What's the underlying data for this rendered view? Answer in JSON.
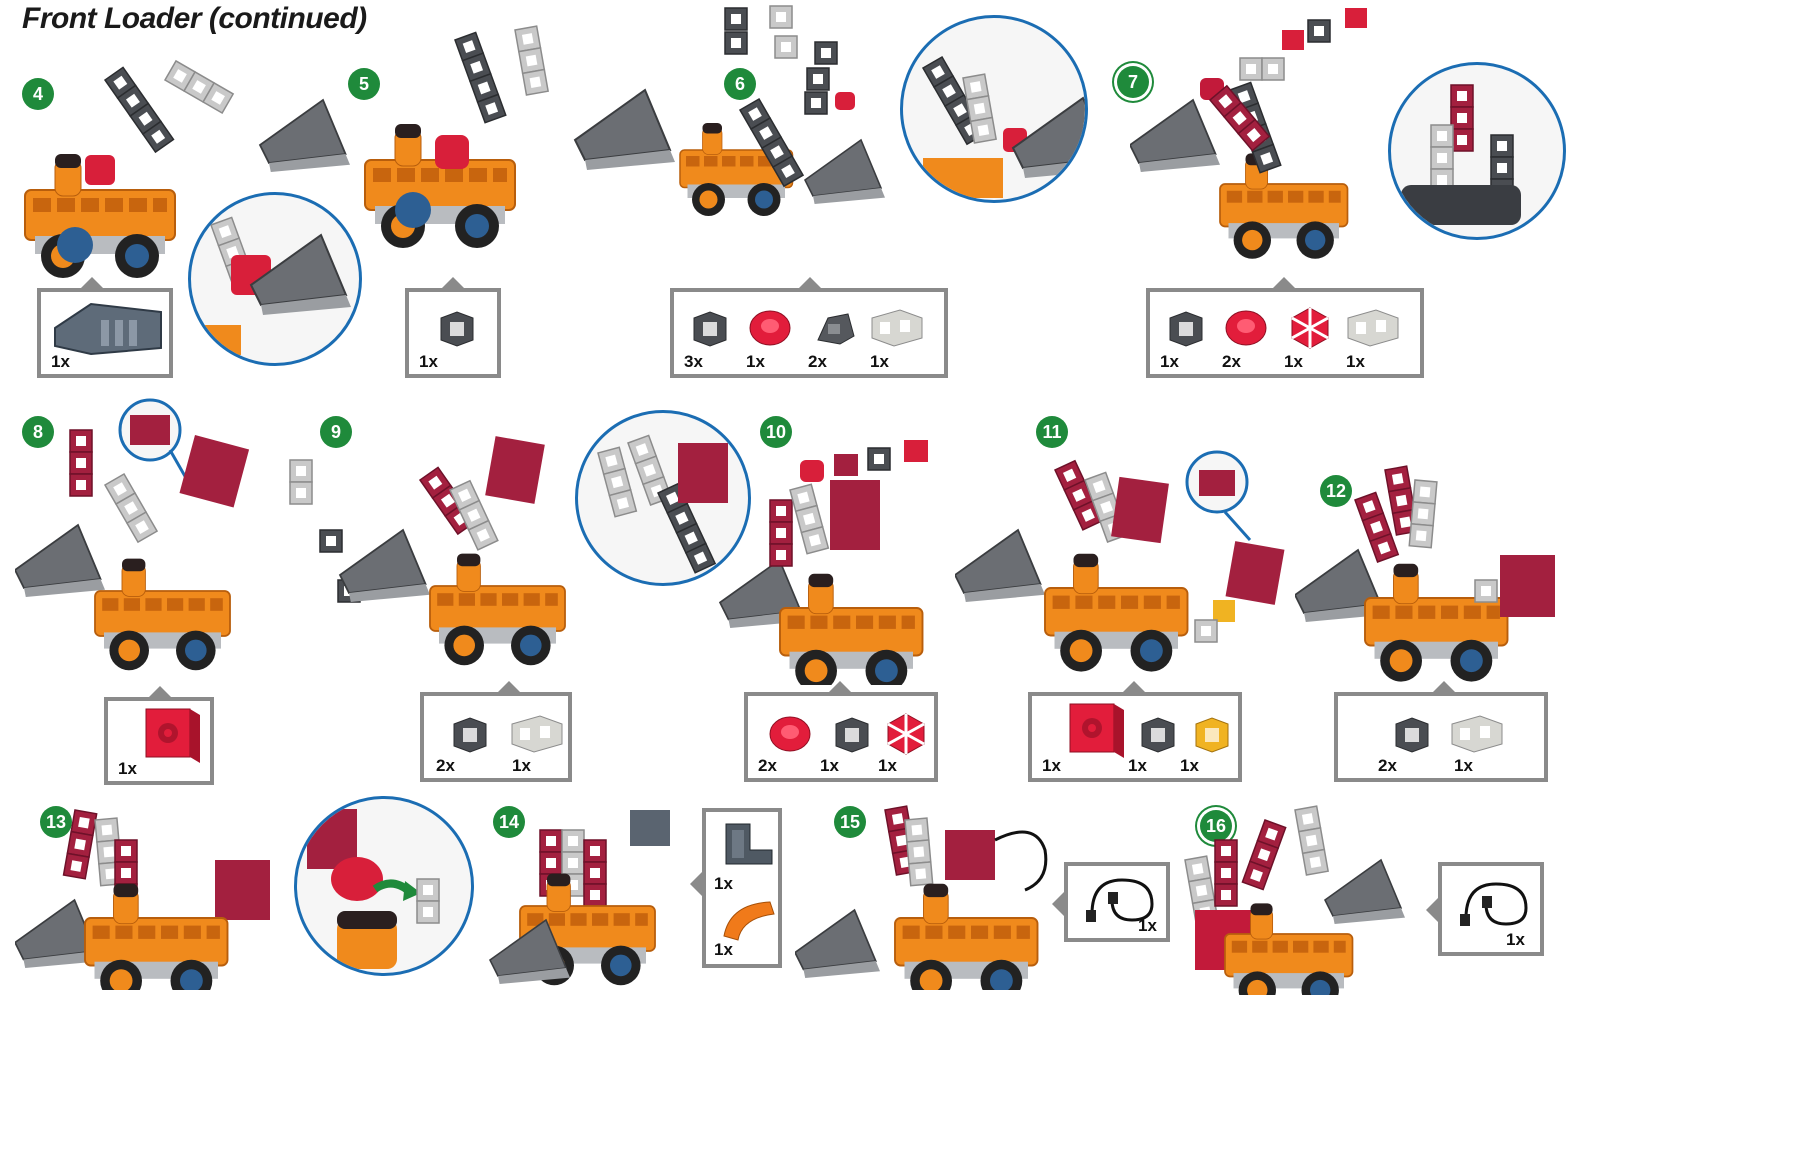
{
  "page": {
    "title": "Front Loader  (continued)"
  },
  "colors": {
    "step_green": "#1f8a3b",
    "zoom_blue": "#1b6db3",
    "box_gray": "#8a8a8a",
    "orange": "#f08a1c",
    "red": "#d81f3a",
    "maroon": "#a3203f",
    "dark_gray": "#4a4d52",
    "light_gray": "#c9c9c9",
    "yellow": "#f0b322",
    "blue": "#2d5f93"
  },
  "steps": [
    {
      "number": "4",
      "rotate": false,
      "parts": [
        {
          "icon": "gray-shovel-icon",
          "qty": "1x"
        }
      ]
    },
    {
      "number": "5",
      "rotate": false,
      "parts": [
        {
          "icon": "dark-gray-cube-icon",
          "qty": "1x"
        }
      ]
    },
    {
      "number": "6",
      "rotate": false,
      "parts": [
        {
          "icon": "dark-gray-cube-icon",
          "qty": "3x"
        },
        {
          "icon": "red-round-piece-icon",
          "qty": "1x"
        },
        {
          "icon": "gray-wedge-icon",
          "qty": "2x"
        },
        {
          "icon": "light-gray-double-cube-icon",
          "qty": "1x"
        }
      ]
    },
    {
      "number": "7",
      "rotate": true,
      "parts": [
        {
          "icon": "dark-gray-cube-icon",
          "qty": "1x"
        },
        {
          "icon": "red-round-piece-icon",
          "qty": "2x"
        },
        {
          "icon": "red-hex-piece-icon",
          "qty": "1x"
        },
        {
          "icon": "light-gray-double-cube-icon",
          "qty": "1x"
        }
      ]
    },
    {
      "number": "8",
      "rotate": false,
      "parts": [
        {
          "icon": "red-square-panel-icon",
          "qty": "1x"
        }
      ]
    },
    {
      "number": "9",
      "rotate": false,
      "parts": [
        {
          "icon": "dark-gray-cube-icon",
          "qty": "2x"
        },
        {
          "icon": "light-gray-double-cube-icon",
          "qty": "1x"
        }
      ]
    },
    {
      "number": "10",
      "rotate": false,
      "parts": [
        {
          "icon": "red-round-piece-icon",
          "qty": "2x"
        },
        {
          "icon": "dark-gray-cube-icon",
          "qty": "1x"
        },
        {
          "icon": "red-hex-piece-icon",
          "qty": "1x"
        }
      ]
    },
    {
      "number": "11",
      "rotate": false,
      "parts": [
        {
          "icon": "red-square-panel-icon",
          "qty": "1x"
        },
        {
          "icon": "dark-gray-cube-icon",
          "qty": "1x"
        },
        {
          "icon": "yellow-cube-icon",
          "qty": "1x"
        }
      ]
    },
    {
      "number": "12",
      "rotate": false,
      "parts": [
        {
          "icon": "dark-gray-cube-icon",
          "qty": "2x"
        },
        {
          "icon": "light-gray-double-cube-icon",
          "qty": "1x"
        }
      ]
    },
    {
      "number": "13",
      "rotate": false,
      "parts": []
    },
    {
      "number": "14",
      "rotate": false,
      "parts": [
        {
          "icon": "gray-bracket-icon",
          "qty": "1x"
        },
        {
          "icon": "orange-curved-piece-icon",
          "qty": "1x"
        }
      ]
    },
    {
      "number": "15",
      "rotate": false,
      "parts": [
        {
          "icon": "cable-icon",
          "qty": "1x"
        }
      ]
    },
    {
      "number": "16",
      "rotate": true,
      "parts": [
        {
          "icon": "cable-icon",
          "qty": "1x"
        }
      ]
    }
  ]
}
